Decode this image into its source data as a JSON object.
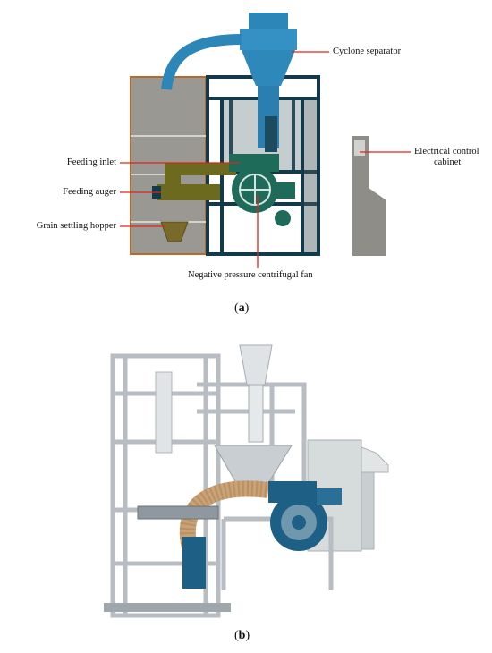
{
  "panel_a": {
    "label_open": "(",
    "label_letter": "a",
    "label_close": ")",
    "callouts": {
      "cyclone_separator": "Cyclone separator",
      "feeding_inlet": "Feeding inlet",
      "feeding_auger": "Feeding auger",
      "grain_settling_hopper": "Grain settling hopper",
      "electrical_control_cabinet_line1": "Electrical control",
      "electrical_control_cabinet_line2": "cabinet",
      "negative_pressure_centrifugal_fan": "Negative pressure centrifugal fan"
    },
    "colors": {
      "callout_line": "#e2231a",
      "frame": "#123a4a",
      "pipe": "#2d86b8",
      "fan": "#1f6b5a",
      "auger": "#6b6a1e",
      "panel": "#8a8a86",
      "panel_border": "#b86a2a"
    }
  },
  "panel_b": {
    "label_open": "(",
    "label_letter": "b",
    "label_close": ")",
    "colors": {
      "frame": "#c9ced3",
      "fan": "#1e5f86",
      "hose": "#c9a277",
      "cabinet": "#d6dbdc"
    }
  }
}
